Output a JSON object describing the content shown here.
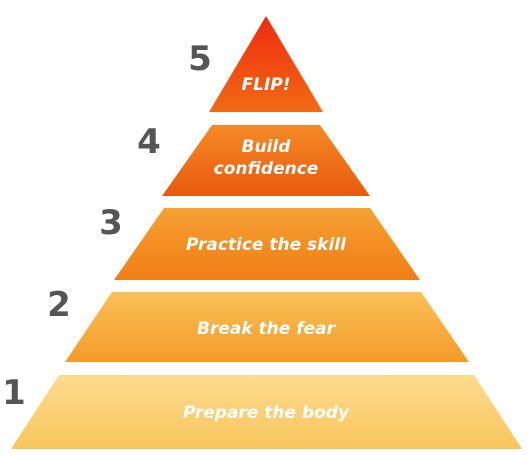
{
  "title": "",
  "tiers": [
    {
      "number": "1",
      "label_lines": [
        "Prepare the body"
      ],
      "color_top": "#fddc8f",
      "color_bottom": "#f8c55b"
    },
    {
      "number": "2",
      "label_lines": [
        "Break the fear"
      ],
      "color_top": "#fbc058",
      "color_bottom": "#f39b27"
    },
    {
      "number": "3",
      "label_lines": [
        "Practice the skill"
      ],
      "color_top": "#f7a133",
      "color_bottom": "#ef7d14"
    },
    {
      "number": "4",
      "label_lines": [
        "Build",
        "confidence"
      ],
      "color_top": "#f58a25",
      "color_bottom": "#e9590e"
    },
    {
      "number": "5",
      "label_lines": [
        "FLIP!"
      ],
      "color_top": "#ef2a10",
      "color_bottom": "#f26a12"
    }
  ]
}
